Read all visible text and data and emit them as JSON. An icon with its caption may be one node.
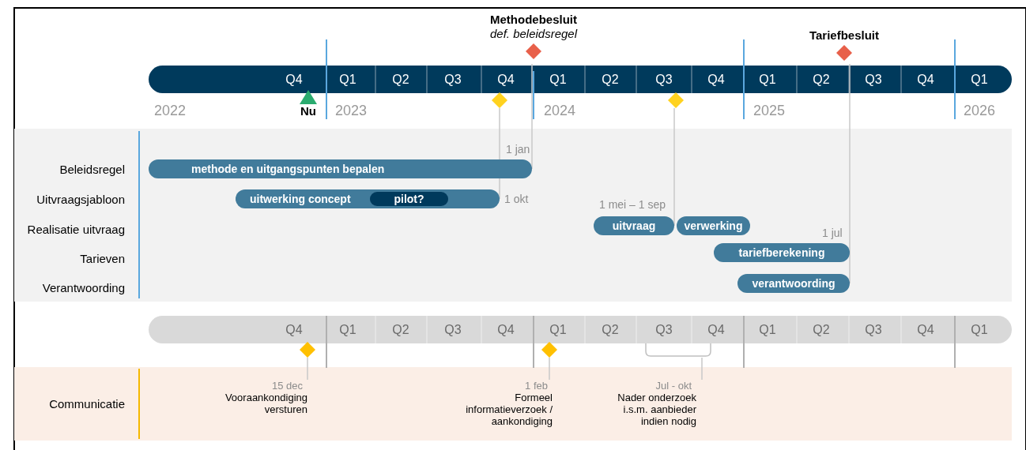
{
  "diagram": {
    "nodes": [
      {
        "text": [
          "Methodebesluit",
          "def. beleidsregel"
        ]
      },
      {
        "text": [
          "Tariefbesluit"
        ]
      },
      {
        "text": [],
        "shape": "diamond"
      },
      {
        "text": [],
        "shape": "diamond"
      },
      {
        "text": [
          "Nu"
        ]
      },
      {
        "text": [
          "methode en uitgangspunten bepalen"
        ],
        "beside": [
          "1 jan"
        ]
      },
      {
        "text": [
          "uitwerking concept"
        ],
        "beside": [
          "1 okt"
        ]
      },
      {
        "text": [
          "pilot?"
        ],
        "in": 6
      },
      {
        "text": [
          "uitvraag"
        ],
        "beside": [
          "1 mei – 1 sep"
        ]
      },
      {
        "text": [
          "verwerking"
        ]
      },
      {
        "text": [
          "tariefberekening"
        ],
        "beside": [
          "1 jul"
        ]
      },
      {
        "text": [
          "verantwoording"
        ]
      },
      {
        "text": [],
        "shape": "diamond"
      },
      {
        "text": [],
        "shape": "diamond"
      },
      {
        "text": [
          "Vooraankondiging versturen"
        ],
        "beside": [
          "15 dec"
        ]
      },
      {
        "text": [
          "Formeel informatieverzoek / aankondiging"
        ],
        "beside": [
          "1 feb"
        ]
      },
      {
        "text": [
          "Nader onderzoek i.s.m. aanbieder indien nodig"
        ],
        "beside": [
          "Jul - okt"
        ]
      },
      {
        "text": [],
        "shape": "bracket"
      }
    ],
    "edges": [
      {
        "from": 0,
        "to": 5,
        "arrow": "none"
      },
      {
        "from": 2,
        "to": 6,
        "arrow": "none"
      },
      {
        "from": 3,
        "to": 8,
        "arrow": "none"
      },
      {
        "from": 1,
        "to": 11,
        "arrow": "none"
      },
      {
        "from": 14,
        "to": 12,
        "arrow": "none"
      },
      {
        "from": 15,
        "to": 13,
        "arrow": "none"
      },
      {
        "from": 16,
        "to": 17,
        "arrow": "none"
      }
    ],
    "labels": [
      "Q4",
      "Q1",
      "Q2",
      "Q3",
      "Q4",
      "Q1",
      "Q2",
      "Q3",
      "Q4",
      "Q1",
      "Q2",
      "Q3",
      "Q4",
      "Q1",
      "2022",
      "2023",
      "2024",
      "2025",
      "2026",
      "Beleidsregel",
      "Uitvraagsjabloon",
      "Realisatie uitvraag",
      "Tarieven",
      "Verantwoording",
      "Q4",
      "Q1",
      "Q2",
      "Q3",
      "Q4",
      "Q1",
      "Q2",
      "Q3",
      "Q4",
      "Q1",
      "Q2",
      "Q3",
      "Q4",
      "Q1",
      "Communicatie"
    ]
  }
}
